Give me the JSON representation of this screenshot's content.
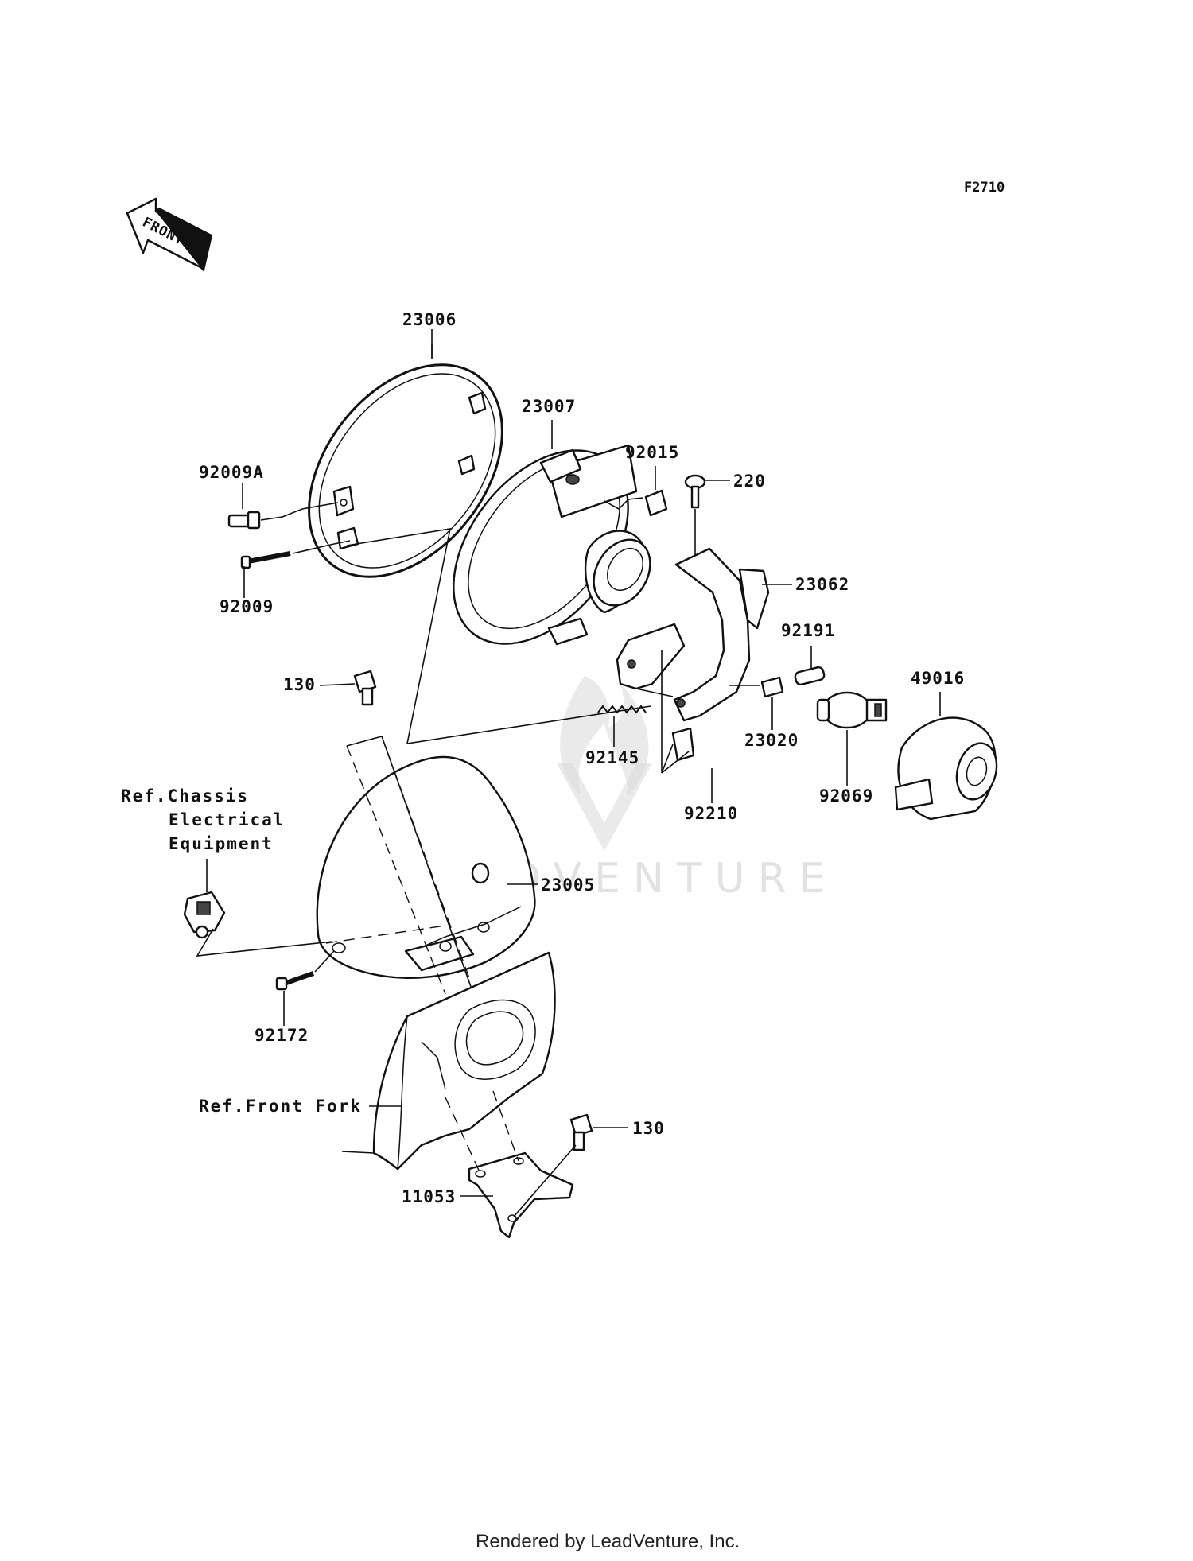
{
  "figure_code": "F2710",
  "front_label": "FRONT",
  "watermark": "LEADVENTURE",
  "footer": "Rendered by LeadVenture, Inc.",
  "parts": {
    "p23006": "23006",
    "p23007": "23007",
    "p92015": "92015",
    "p220": "220",
    "p92009a": "92009A",
    "p92009": "92009",
    "p23062": "23062",
    "p92191": "92191",
    "p49016": "49016",
    "p130_top": "130",
    "p92145": "92145",
    "p23020": "23020",
    "p92210": "92210",
    "p92069": "92069",
    "p23005": "23005",
    "p92172": "92172",
    "p130_bottom": "130",
    "p11053": "11053"
  },
  "refs": {
    "chassis_line1": "Ref.Chassis",
    "chassis_line2": "Electrical",
    "chassis_line3": "Equipment",
    "front_fork": "Ref.Front Fork"
  }
}
